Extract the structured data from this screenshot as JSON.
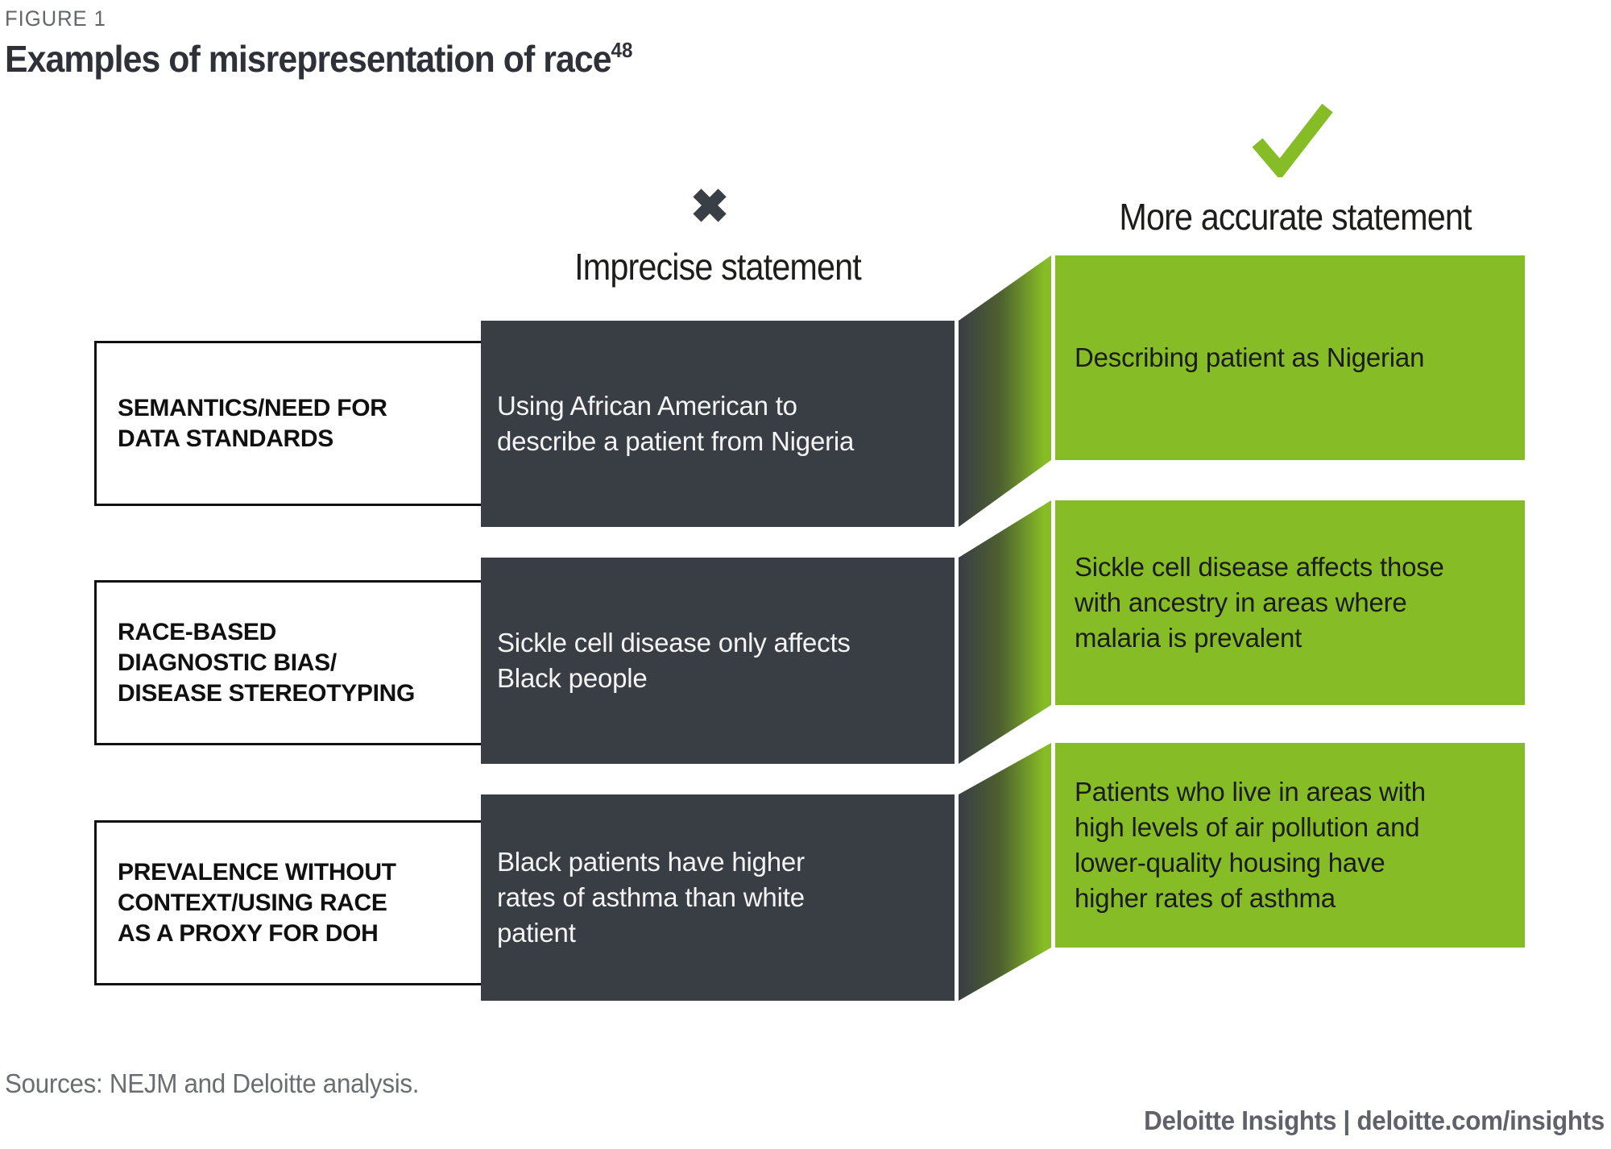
{
  "figure": {
    "label": "FIGURE 1",
    "title": "Examples of misrepresentation of race",
    "title_superscript": "48"
  },
  "columns": {
    "imprecise": {
      "icon": "x-mark-icon",
      "icon_glyph": "✖",
      "label": "Imprecise statement"
    },
    "accurate": {
      "icon": "check-mark-icon",
      "label": "More accurate statement"
    }
  },
  "rows": [
    {
      "category": "SEMANTICS/NEED FOR\nDATA STANDARDS",
      "imprecise": "Using African American to\ndescribe a patient from Nigeria",
      "accurate": "Describing patient as Nigerian"
    },
    {
      "category": "RACE-BASED\nDIAGNOSTIC BIAS/\nDISEASE STEREOTYPING",
      "imprecise": "Sickle cell disease only affects\nBlack people",
      "accurate": "Sickle cell disease affects those\nwith ancestry in areas where\nmalaria is prevalent"
    },
    {
      "category": "PREVALENCE WITHOUT\nCONTEXT/USING RACE\nAS A PROXY FOR DOH",
      "imprecise": "Black patients have higher\nrates of asthma than white\npatient",
      "accurate": "Patients who live in areas with\nhigh levels of air pollution and\nlower-quality housing have\nhigher rates of asthma"
    }
  ],
  "footer": {
    "sources": "Sources: NEJM and Deloitte analysis.",
    "branding": "Deloitte Insights | deloitte.com/insights"
  },
  "colors": {
    "accent_green": "#86BC25",
    "dark_box": "#393D44",
    "title_text": "#2E3138",
    "muted_gray": "#63666A"
  }
}
